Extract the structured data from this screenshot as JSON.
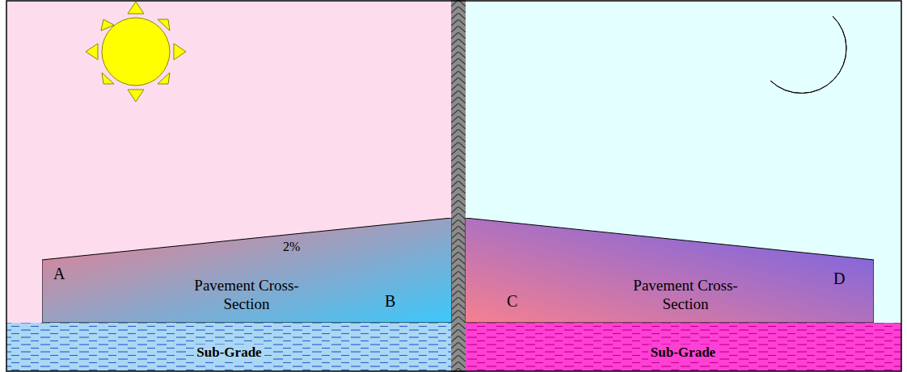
{
  "diagram": {
    "nodes": [
      {
        "text": [
          "Pavement Cross-Section"
        ]
      },
      {
        "text": [
          "Pavement Cross-Section"
        ]
      },
      {
        "text": [
          "Sub-Grade"
        ]
      },
      {
        "text": [
          "Sub-Grade"
        ]
      }
    ],
    "labels": [
      "A",
      "B",
      "C",
      "D",
      "2%"
    ]
  }
}
